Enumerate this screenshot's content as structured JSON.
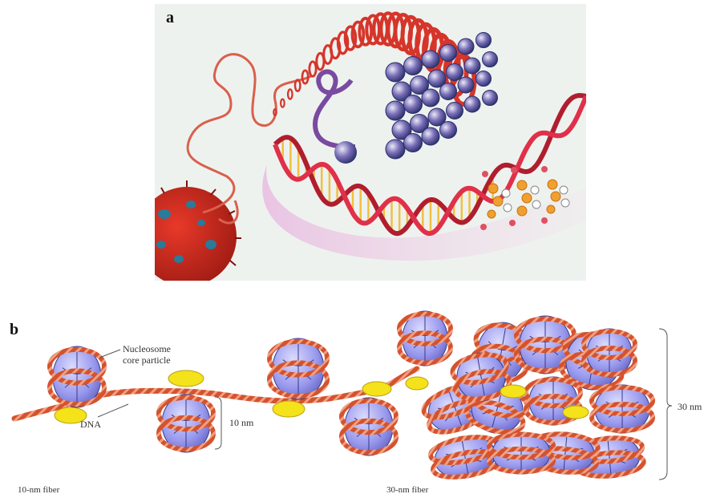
{
  "panel_a": {
    "label": "a"
  },
  "panel_b": {
    "label": "b",
    "annotations": {
      "nucleosome_line1": "Nucleosome",
      "nucleosome_line2": "core particle",
      "dna": "DNA",
      "ten_nm": "10 nm",
      "thirty_nm": "30 nm",
      "fiber_10nm": "10-nm fiber",
      "fiber_30nm": "30-nm fiber"
    }
  },
  "colors": {
    "dna_red": "#c8321e",
    "histone_purple": "#8f8fe6",
    "linker_yellow": "#f4e21a",
    "base_pair_orange": "#f0a030",
    "chromatin_blue": "#2a3f8a"
  }
}
